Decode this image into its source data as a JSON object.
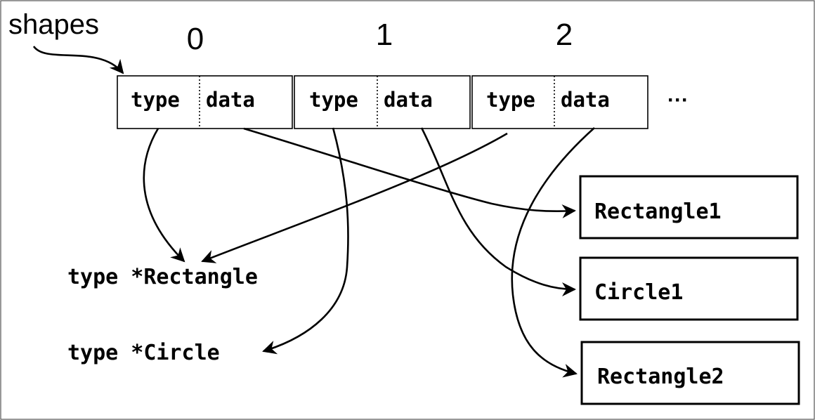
{
  "array_label": "shapes",
  "indices": [
    "0",
    "1",
    "2"
  ],
  "slots": [
    {
      "type": "type",
      "data": "data"
    },
    {
      "type": "type",
      "data": "data"
    },
    {
      "type": "type",
      "data": "data"
    }
  ],
  "ellipsis": "···",
  "type_descriptors": [
    "type *Rectangle",
    "type *Circle"
  ],
  "objects": [
    "Rectangle1",
    "Circle1",
    "Rectangle2"
  ],
  "colors": {
    "ink": "#000000",
    "background": "#ffffff"
  }
}
